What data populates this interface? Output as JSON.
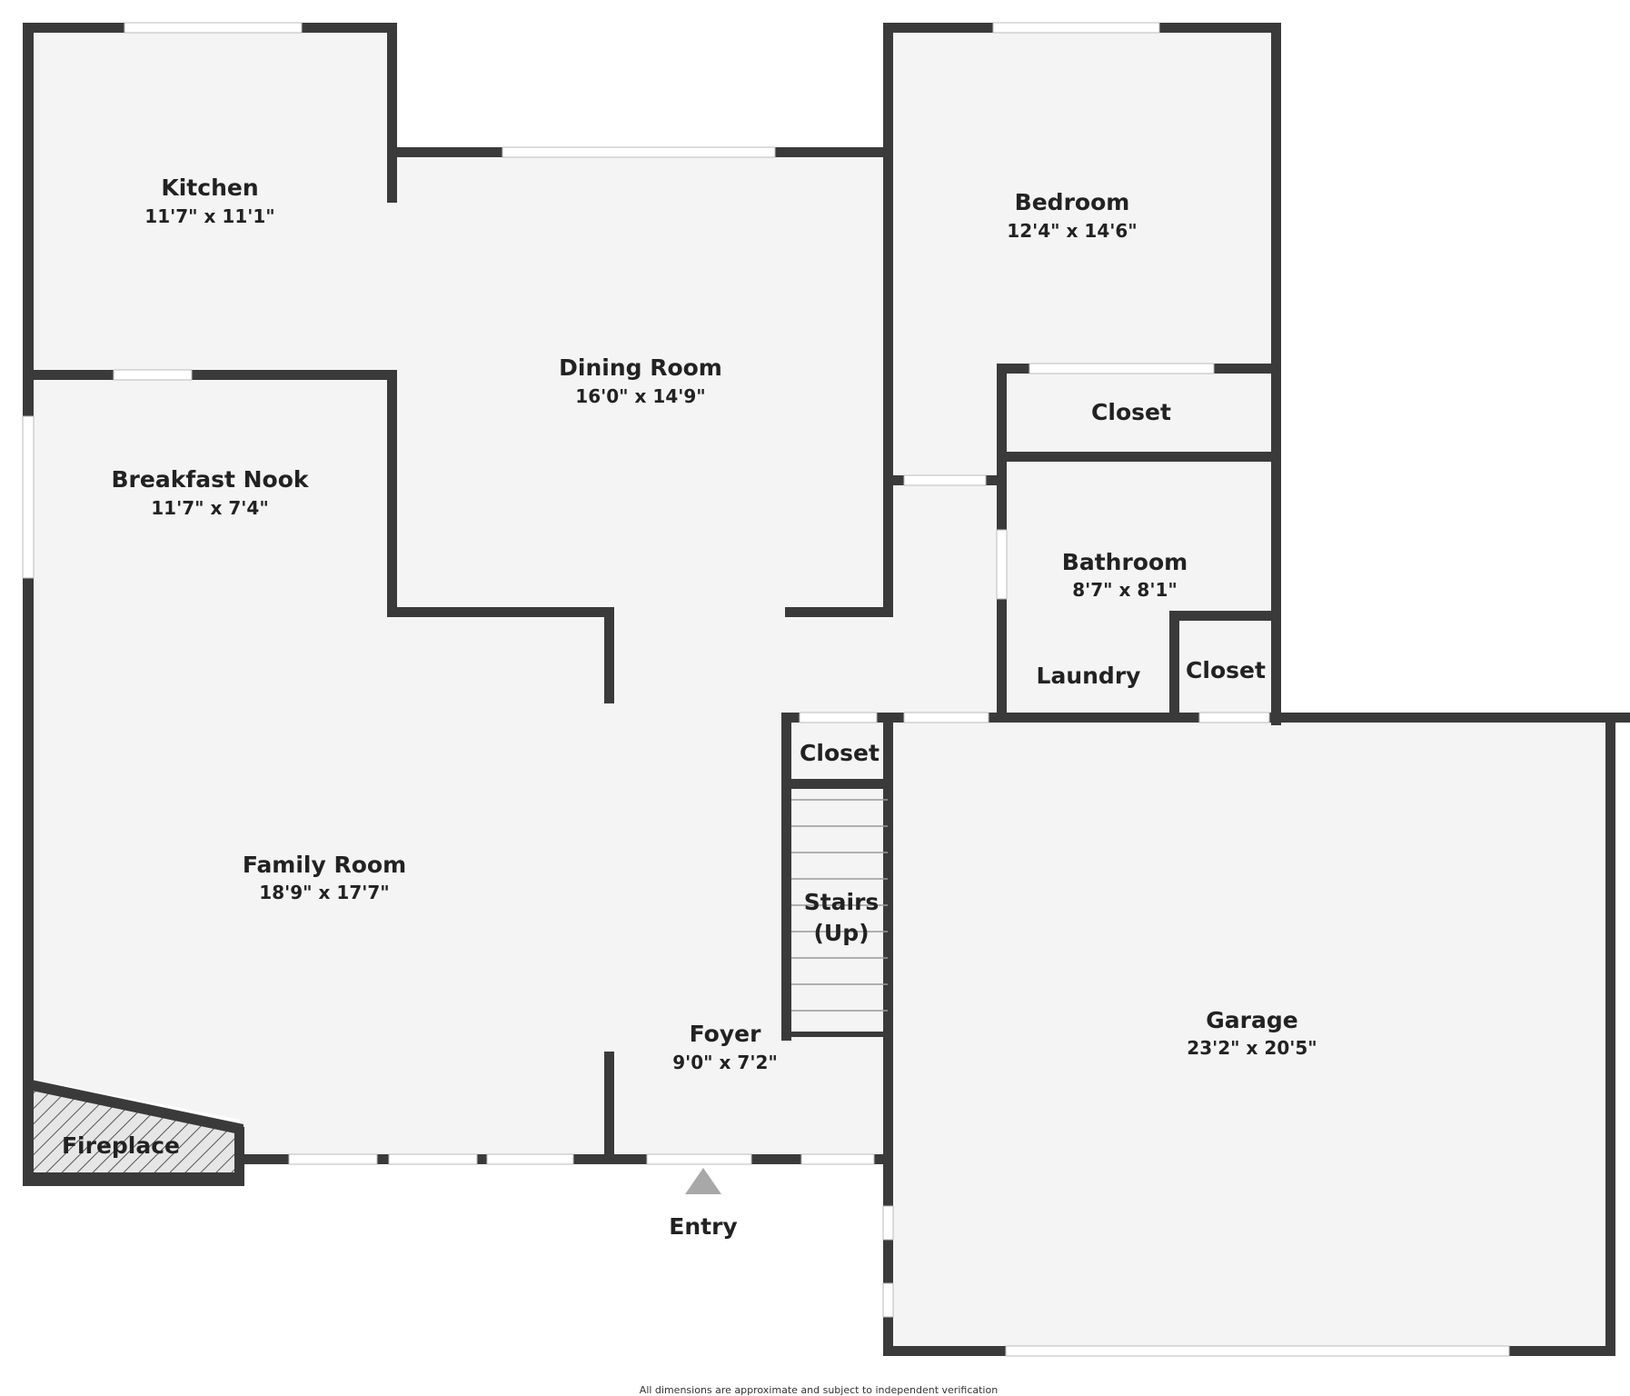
{
  "rooms": {
    "kitchen": {
      "name": "Kitchen",
      "dims": "11'7\" x 11'1\""
    },
    "dining": {
      "name": "Dining Room",
      "dims": "16'0\" x 14'9\""
    },
    "bedroom": {
      "name": "Bedroom",
      "dims": "12'4\" x 14'6\""
    },
    "closet_bedroom": {
      "name": "Closet"
    },
    "breakfast": {
      "name": "Breakfast Nook",
      "dims": "11'7\" x 7'4\""
    },
    "bathroom": {
      "name": "Bathroom",
      "dims": "8'7\" x 8'1\""
    },
    "laundry": {
      "name": "Laundry"
    },
    "closet_laundry": {
      "name": "Closet"
    },
    "closet_foyer": {
      "name": "Closet"
    },
    "family": {
      "name": "Family Room",
      "dims": "18'9\" x 17'7\""
    },
    "stairs": {
      "name": "Stairs",
      "sub": "(Up)"
    },
    "foyer": {
      "name": "Foyer",
      "dims": "9'0\" x 7'2\""
    },
    "garage": {
      "name": "Garage",
      "dims": "23'2\" x 20'5\""
    },
    "fireplace": {
      "name": "Fireplace"
    }
  },
  "entry": {
    "label": "Entry"
  },
  "disclaimer": "All dimensions are approximate and subject to independent verification",
  "colors": {
    "wall": "#3a3a3a",
    "floor": "#f4f4f4",
    "window": "#ffffff",
    "arrow": "#a8a8a8",
    "text": "#222222"
  }
}
